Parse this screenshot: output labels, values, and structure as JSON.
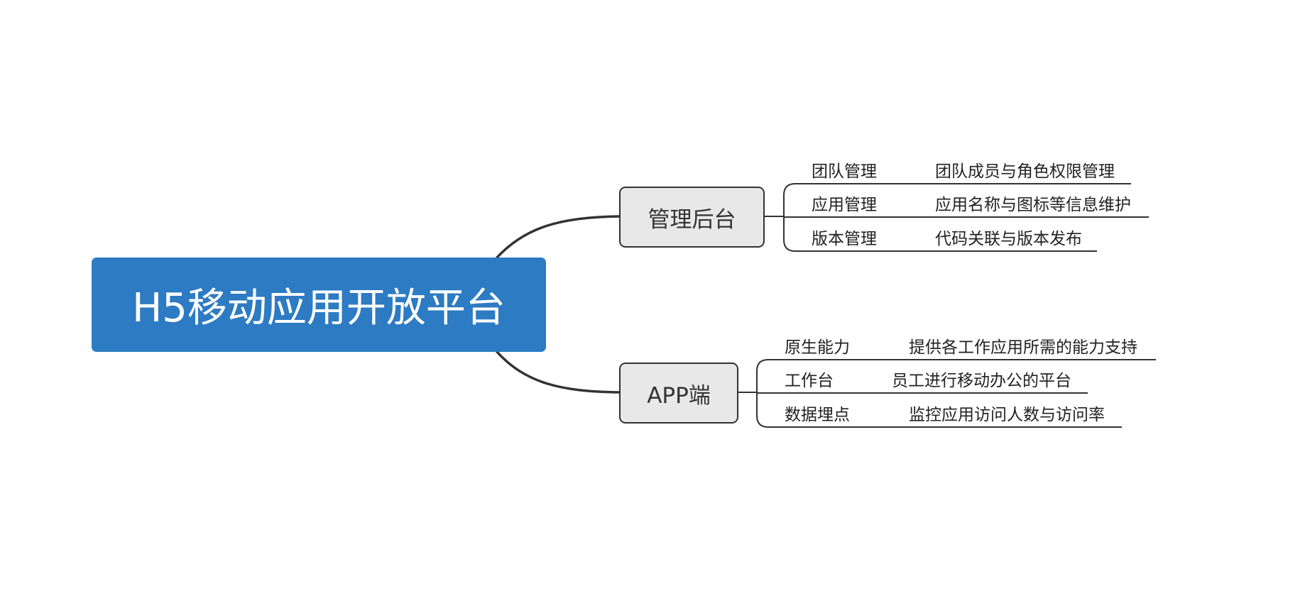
{
  "central_topic": "H5移动应用开放平台",
  "colors": {
    "central_fill": "#2d7bc3",
    "central_text": "#ffffff",
    "branch_fill": "#e8e8e8",
    "line": "#333333"
  },
  "branches": [
    {
      "label": "管理后台",
      "items": [
        {
          "label": "团队管理",
          "detail": "团队成员与角色权限管理"
        },
        {
          "label": "应用管理",
          "detail": "应用名称与图标等信息维护"
        },
        {
          "label": "版本管理",
          "detail": "代码关联与版本发布"
        }
      ]
    },
    {
      "label": "APP端",
      "items": [
        {
          "label": "原生能力",
          "detail": "提供各工作应用所需的能力支持"
        },
        {
          "label": "工作台",
          "detail": "员工进行移动办公的平台"
        },
        {
          "label": "数据埋点",
          "detail": "监控应用访问人数与访问率"
        }
      ]
    }
  ]
}
